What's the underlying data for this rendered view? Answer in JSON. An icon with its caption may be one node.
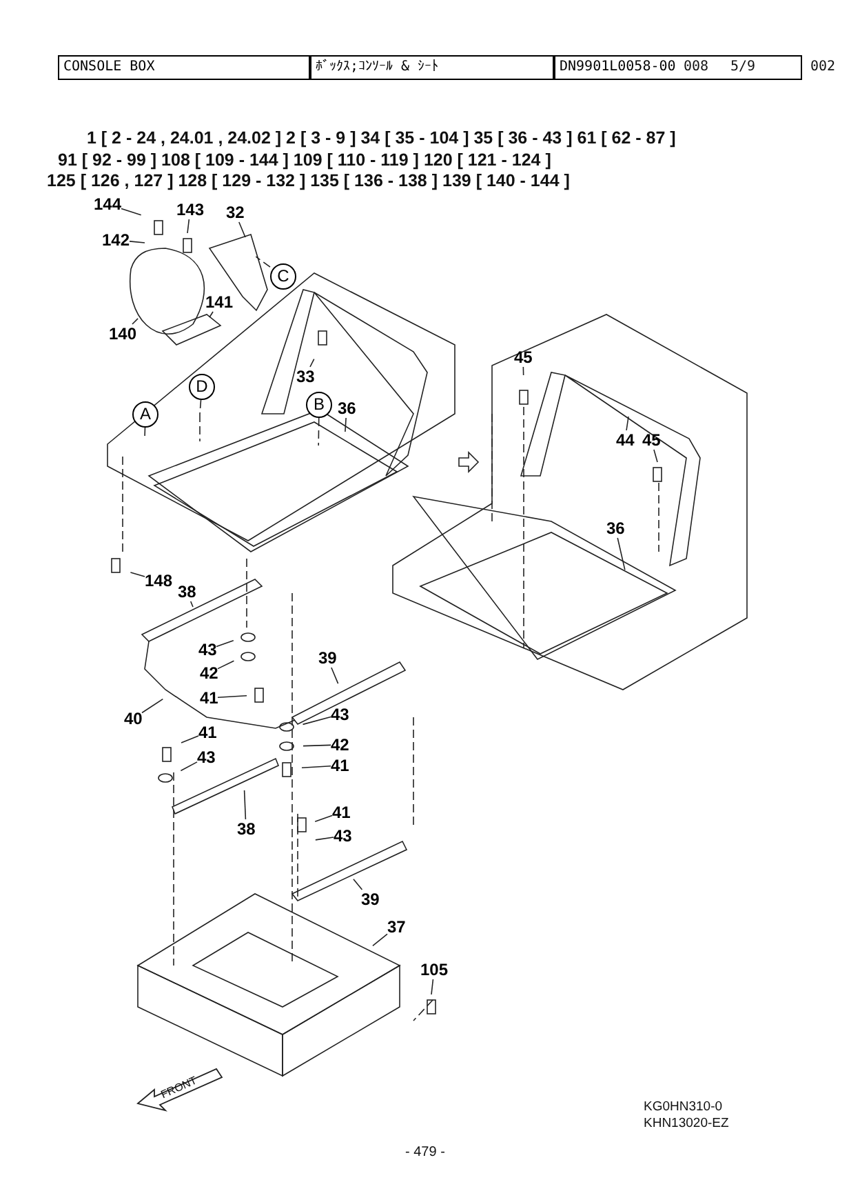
{
  "diagram": {
    "nodes": [
      {
        "text": [
          "144"
        ]
      },
      {
        "text": [
          "143"
        ]
      },
      {
        "text": [
          "32"
        ]
      },
      {
        "text": [
          "142"
        ]
      },
      {
        "text": [
          "C"
        ]
      },
      {
        "text": [
          "141"
        ]
      },
      {
        "text": [
          "140"
        ]
      },
      {
        "text": [
          "33"
        ]
      },
      {
        "text": [
          "D"
        ]
      },
      {
        "text": [
          "A"
        ]
      },
      {
        "text": [
          "B"
        ]
      },
      {
        "text": [
          "36"
        ]
      },
      {
        "text": [
          "45"
        ]
      },
      {
        "text": [
          "44"
        ]
      },
      {
        "text": [
          "45"
        ]
      },
      {
        "text": [
          "36"
        ]
      },
      {
        "text": [
          "148"
        ]
      },
      {
        "text": [
          "38"
        ]
      },
      {
        "text": [
          "43"
        ]
      },
      {
        "text": [
          "39"
        ]
      },
      {
        "text": [
          "42"
        ]
      },
      {
        "text": [
          "40"
        ]
      },
      {
        "text": [
          "41"
        ]
      },
      {
        "text": [
          "41"
        ]
      },
      {
        "text": [
          "43"
        ]
      },
      {
        "text": [
          "43"
        ]
      },
      {
        "text": [
          "42"
        ]
      },
      {
        "text": [
          "41"
        ]
      },
      {
        "text": [
          "38"
        ]
      },
      {
        "text": [
          "41"
        ]
      },
      {
        "text": [
          "43"
        ]
      },
      {
        "text": [
          "39"
        ]
      },
      {
        "text": [
          "37"
        ]
      },
      {
        "text": [
          "105"
        ]
      }
    ],
    "edges": [
      {
        "from": 0,
        "to": null,
        "arrow": "none"
      },
      {
        "from": 1,
        "to": null,
        "arrow": "none"
      },
      {
        "from": 2,
        "to": null,
        "arrow": "none"
      },
      {
        "from": 3,
        "to": null,
        "arrow": "none"
      },
      {
        "from": 4,
        "to": null,
        "arrow": "none",
        "style": "dashed"
      },
      {
        "from": 5,
        "to": null,
        "arrow": "none"
      },
      {
        "from": 6,
        "to": null,
        "arrow": "none"
      },
      {
        "from": 7,
        "to": null,
        "arrow": "none"
      },
      {
        "from": 8,
        "to": null,
        "arrow": "none",
        "style": "dashed"
      },
      {
        "from": 9,
        "to": null,
        "arrow": "none",
        "style": "dashed"
      },
      {
        "from": 10,
        "to": null,
        "arrow": "none",
        "style": "dashed"
      },
      {
        "from": 11,
        "to": null,
        "arrow": "none"
      },
      {
        "from": 12,
        "to": null,
        "arrow": "none"
      },
      {
        "from": 13,
        "to": null,
        "arrow": "none"
      },
      {
        "from": 14,
        "to": null,
        "arrow": "none"
      },
      {
        "from": 15,
        "to": null,
        "arrow": "none"
      },
      {
        "from": 16,
        "to": null,
        "arrow": "none"
      },
      {
        "from": 17,
        "to": null,
        "arrow": "none"
      },
      {
        "from": 18,
        "to": null,
        "arrow": "none"
      },
      {
        "from": 19,
        "to": null,
        "arrow": "none"
      },
      {
        "from": 20,
        "to": null,
        "arrow": "none"
      },
      {
        "from": 21,
        "to": null,
        "arrow": "none"
      },
      {
        "from": 22,
        "to": null,
        "arrow": "none"
      },
      {
        "from": 23,
        "to": null,
        "arrow": "none"
      },
      {
        "from": 24,
        "to": null,
        "arrow": "none"
      },
      {
        "from": 25,
        "to": null,
        "arrow": "none"
      },
      {
        "from": 26,
        "to": null,
        "arrow": "none"
      },
      {
        "from": 27,
        "to": null,
        "arrow": "none"
      },
      {
        "from": 28,
        "to": null,
        "arrow": "none"
      },
      {
        "from": 29,
        "to": null,
        "arrow": "none"
      },
      {
        "from": 30,
        "to": null,
        "arrow": "none"
      },
      {
        "from": 31,
        "to": null,
        "arrow": "none"
      },
      {
        "from": 32,
        "to": null,
        "arrow": "none"
      },
      {
        "from": 33,
        "to": null,
        "arrow": "none"
      }
    ],
    "labels": [
      "CONSOLE BOX",
      "ﾎﾞｯｸｽ;ｺﾝｿｰﾙ & ｼｰﾄ",
      "DN9901L0058-00",
      "008",
      "5/9",
      "002",
      "1 [ 2 - 24 , 24.01 , 24.02 ]  2 [ 3 - 9 ]  34 [ 35 - 104 ]   35 [ 36 - 43 ]  61 [ 62 - 87 ]",
      "91 [ 92 - 99 ]  108 [ 109 - 144 ]  109 [ 110 - 119 ]  120 [ 121 - 124 ]",
      "125 [ 126 , 127 ]  128 [ 129 - 132 ]  135 [ 136 - 138 ]  139 [ 140 - 144 ]",
      "FRONT",
      "KG0HN310-0",
      "KHN13020-EZ",
      "- 479 -"
    ]
  }
}
